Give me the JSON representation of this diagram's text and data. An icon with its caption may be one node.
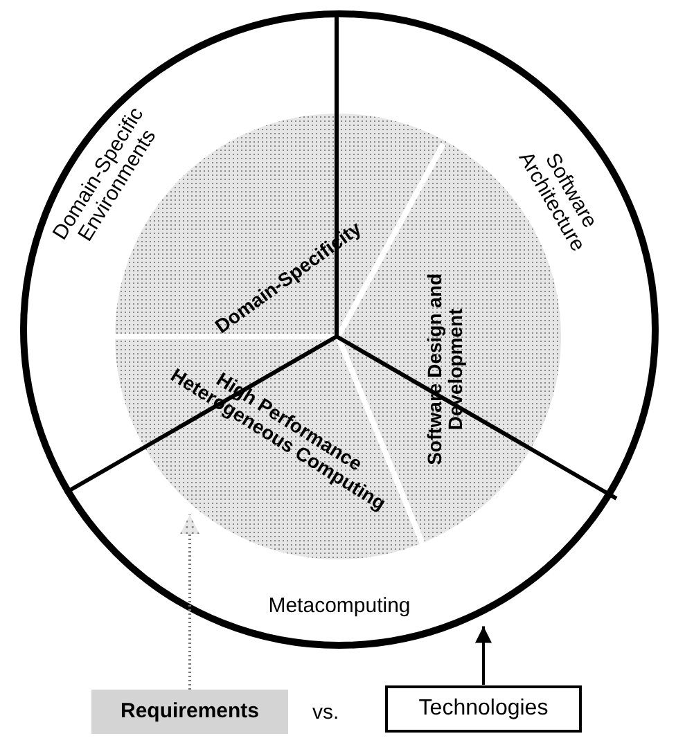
{
  "diagram": {
    "nodes": [
      {
        "text": [
          "Domain-Specific Environments"
        ]
      },
      {
        "text": [
          "Software Architecture"
        ]
      },
      {
        "text": [
          "Metacomputing"
        ]
      },
      {
        "text": [
          "Domain-Specificity"
        ]
      },
      {
        "text": [
          "Software Design and Development"
        ]
      },
      {
        "text": [
          "High Performance Heterogeneous Computing"
        ]
      },
      {
        "text": [
          "Requirements"
        ]
      },
      {
        "text": [
          "Technologies"
        ]
      }
    ],
    "edges": [
      {
        "from": 6,
        "to": 5,
        "arrow": "to",
        "style": "dashed",
        "color": "#777777"
      },
      {
        "from": 7,
        "to": 2,
        "arrow": "to",
        "color": "#000000"
      }
    ],
    "labels": [
      "vs."
    ]
  }
}
